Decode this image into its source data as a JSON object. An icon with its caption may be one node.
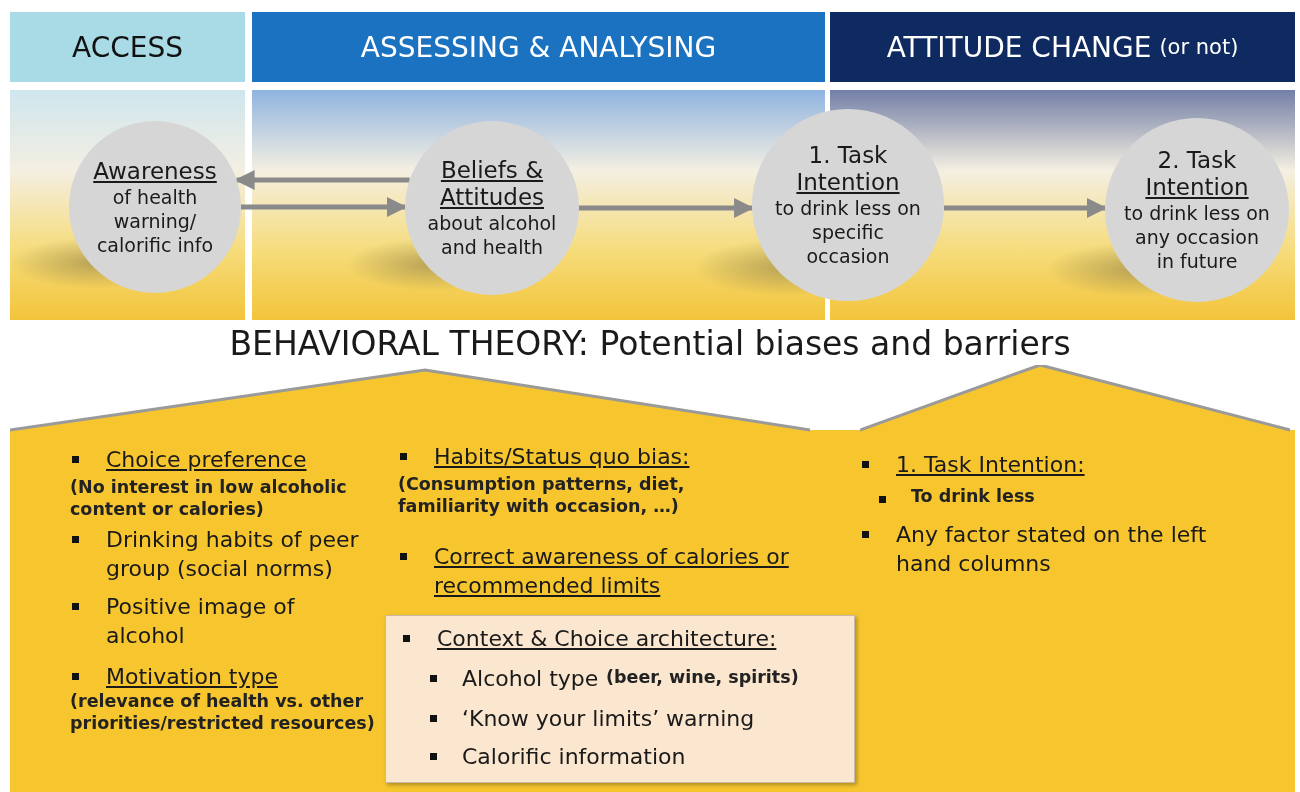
{
  "diagram": {
    "nodes": [
      {
        "text": [
          "ACCESS"
        ]
      },
      {
        "text": [
          "ASSESSING & ANALYSING"
        ]
      },
      {
        "text": [
          "ATTITUDE CHANGE",
          "(or not)"
        ]
      },
      {
        "text": [
          "Awareness",
          "of health warning/ calorific info"
        ]
      },
      {
        "text": [
          "Beliefs & Attitudes",
          "about alcohol and health"
        ]
      },
      {
        "text": [
          "1. Task",
          "Intention",
          "to drink less on specific occasion"
        ]
      },
      {
        "text": [
          "2. Task",
          "Intention",
          "to drink less on any occasion in future"
        ]
      },
      {
        "text": [
          "Choice preference",
          "(No interest in low alcoholic content or calories)",
          "Drinking habits of peer group (social norms)",
          "Positive image of alcohol",
          "Motivation type",
          "(relevance of health vs. other priorities/restricted resources)",
          "Habits/Status quo bias:",
          "(Consumption patterns, diet, familiarity with occasion, …)",
          "Correct awareness of calories or recommended limits"
        ]
      },
      {
        "text": [
          "Context & Choice architecture:",
          "Alcohol type",
          "(beer, wine, spirits)",
          "‘Know your limits’ warning",
          "Calorific information"
        ],
        "in": 7
      },
      {
        "text": [
          "1. Task Intention:",
          "To drink less",
          "Any factor stated on the left hand columns"
        ]
      }
    ],
    "edges": [
      {
        "from": 4,
        "to": 3,
        "arrow": "to"
      },
      {
        "from": 3,
        "to": 4,
        "arrow": "to"
      },
      {
        "from": 4,
        "to": 5,
        "arrow": "to"
      },
      {
        "from": 5,
        "to": 6,
        "arrow": "to"
      }
    ],
    "labels": [
      "BEHAVIORAL THEORY: Potential biases and barriers"
    ]
  }
}
